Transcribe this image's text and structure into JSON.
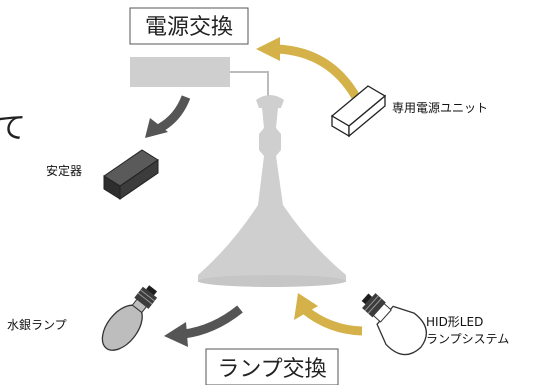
{
  "labels": {
    "power_swap": "電源交換",
    "lamp_swap": "ランプ交換",
    "dedicated_power_unit": "専用電源ユニット",
    "ballast": "安定器",
    "mercury_lamp": "水銀ランプ",
    "hid_led_line1": "HID形LED",
    "hid_led_line2": "ランプシステム",
    "edge_fragment": "て"
  },
  "colors": {
    "install_arrow": "#d4b249",
    "remove_arrow": "#555555",
    "fixture_gray": "#cfcfcf",
    "ballast_dark": "#3a3a3a"
  }
}
